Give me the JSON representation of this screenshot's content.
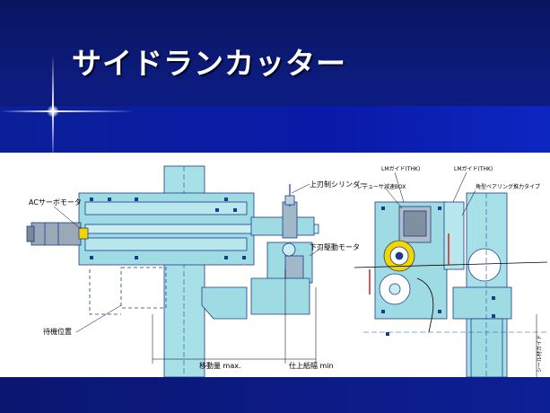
{
  "slide": {
    "title": "サイドランカッター"
  },
  "diagram": {
    "labels": {
      "ac_servo_motor": "ACサーボモータ",
      "upper_blade_cylinder": "上刃制シリンダー",
      "lower_blade_motor": "下刃駆動モータ",
      "standby_position": "待機位置",
      "travel_max": "移動量 max.",
      "finish_width_min": "仕上紙幅 min",
      "lm_guide_left": "LMガイド(THK)",
      "lm_guide_right": "LMガイド(THK)",
      "gear_box": "レデューサ減速BOX",
      "cylinder_type": "角型ベアリング推力タイプ",
      "side_note": "シール材ガイド"
    }
  },
  "colors": {
    "header_band": "#0b1f99",
    "machine_fill": "#9fdbe3",
    "outline": "#1e3a8a",
    "accent_yellow": "#f2d600",
    "accent_red": "#d22020"
  }
}
